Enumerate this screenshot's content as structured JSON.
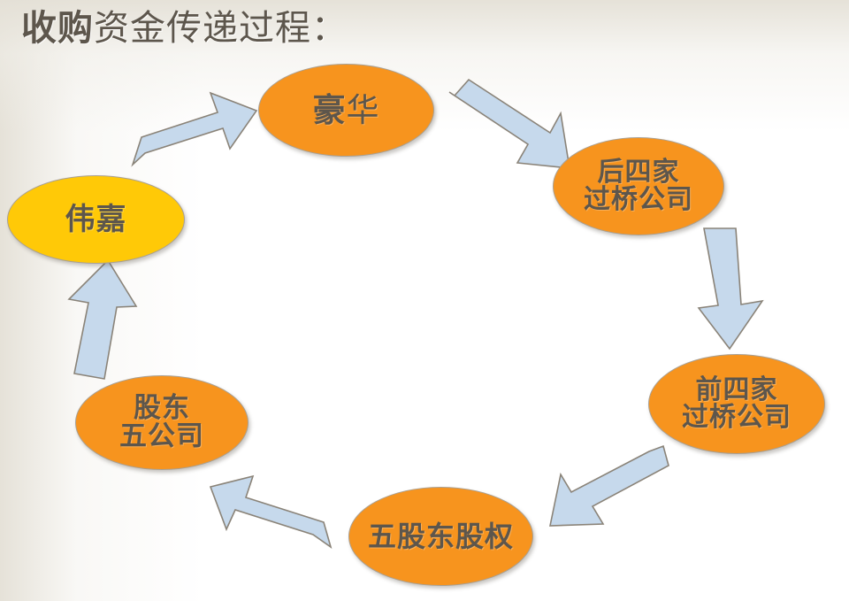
{
  "slide": {
    "title_lead": "收购",
    "title_rest": "资金传递过程：",
    "title_full": "收购资金传递过程：",
    "background_color": "#ffffff",
    "accent_gradient_color": "#e4e0d6"
  },
  "palette": {
    "node_orange": "#F7941E",
    "node_yellow": "#FFC907",
    "node_outline": "#a9a093",
    "text_color": "#5d564c",
    "arrow_fill": "#C6D9EC",
    "arrow_outline": "#8a8378"
  },
  "diagram": {
    "type": "circular-flow",
    "direction": "clockwise",
    "node_count": 6,
    "arrow_count": 6,
    "nodes": [
      {
        "id": "haohua",
        "label": "豪华",
        "label_bold_part": "豪",
        "label_light_part": "华",
        "color": "#F7941E",
        "position": "top",
        "shape": "ellipse"
      },
      {
        "id": "hou4",
        "label": "后四家\n过桥公司",
        "line1": "后四家",
        "line2": "过桥公司",
        "color": "#F7941E",
        "position": "upper-right",
        "shape": "ellipse"
      },
      {
        "id": "qian4",
        "label": "前四家\n过桥公司",
        "line1": "前四家",
        "line2": "过桥公司",
        "color": "#F7941E",
        "position": "lower-right",
        "shape": "ellipse"
      },
      {
        "id": "wugudong",
        "label": "五股东股权",
        "line1": "五股东股权",
        "color": "#F7941E",
        "position": "bottom",
        "shape": "ellipse"
      },
      {
        "id": "gudong5",
        "label": "股东\n五公司",
        "line1": "股东",
        "line2": "五公司",
        "color": "#F7941E",
        "position": "lower-left",
        "shape": "ellipse"
      },
      {
        "id": "weijia",
        "label": "伟嘉",
        "color": "#FFC907",
        "position": "left",
        "shape": "ellipse"
      }
    ],
    "arrows": [
      {
        "id": "weijia-to-haohua",
        "from": "伟嘉",
        "to": "豪华",
        "direction": "up-right"
      },
      {
        "id": "haohua-to-hou4",
        "from": "豪华",
        "to": "后四家过桥公司",
        "direction": "down-right"
      },
      {
        "id": "hou4-to-qian4",
        "from": "后四家过桥公司",
        "to": "前四家过桥公司",
        "direction": "down"
      },
      {
        "id": "qian4-to-wugudong",
        "from": "前四家过桥公司",
        "to": "五股东股权",
        "direction": "down-left"
      },
      {
        "id": "wugudong-to-gudong5",
        "from": "五股东股权",
        "to": "股东五公司",
        "direction": "up-left"
      },
      {
        "id": "gudong5-to-weijia",
        "from": "股东五公司",
        "to": "伟嘉",
        "direction": "up"
      }
    ]
  }
}
